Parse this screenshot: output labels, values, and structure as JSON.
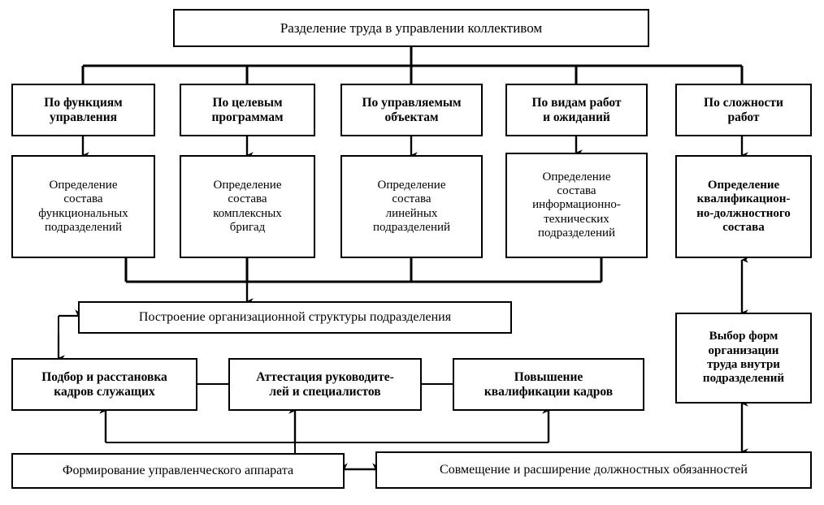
{
  "diagram": {
    "title_box": {
      "label": "Разделение труда в управлении коллективом"
    },
    "criteria_row": [
      {
        "label": "По функциям\nуправления"
      },
      {
        "label": "По целевым\nпрограммам"
      },
      {
        "label": "По управляемым\nобъектам"
      },
      {
        "label": "По видам работ\nи ожиданий"
      },
      {
        "label": "По сложности\nработ"
      }
    ],
    "definition_row": [
      {
        "label": "Определение\nсостава\nфункциональных\nподразделений"
      },
      {
        "label": "Определение\nсостава\nкомплексных\nбригад"
      },
      {
        "label": "Определение\nсостава\nлинейных\nподразделений"
      },
      {
        "label": "Определение\nсостава\nинформационно-\nтехнических\nподразделений"
      },
      {
        "label": "Определение\nквалификацион-\nно-должностного\nсостава"
      }
    ],
    "structure_box": {
      "label": "Построение организационной структуры подразделения"
    },
    "process_row": [
      {
        "label": "Подбор и расстановка\nкадров служащих"
      },
      {
        "label": "Аттестация руководите-\nлей и специалистов"
      },
      {
        "label": "Повышение\nквалификации кадров"
      }
    ],
    "bottom_row": [
      {
        "label": "Формирование управленческого аппарата"
      },
      {
        "label": "Совмещение и расширение должностных обязанностей"
      }
    ],
    "right_column": {
      "label": "Выбор форм\nорганизации\nтруда внутри\nподразделений"
    },
    "colors": {
      "line": "#000000",
      "box_border": "#000000",
      "box_fill": "#ffffff",
      "text": "#000000",
      "background": "#ffffff"
    }
  }
}
